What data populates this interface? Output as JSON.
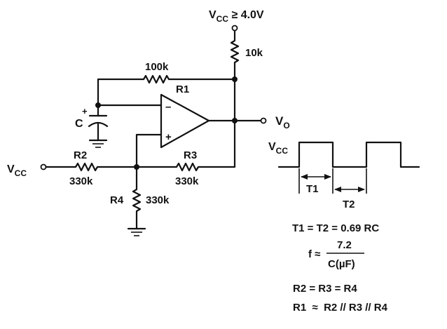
{
  "circuit": {
    "vcc_top": {
      "main": "V",
      "sub": "CC",
      "rest": " ≥ 4.0V"
    },
    "r_pullup": "10k",
    "r_feedback": "100k",
    "opamp": {
      "name": "R1",
      "minus": "–",
      "plus": "+"
    },
    "capacitor": {
      "name": "C",
      "polarity": "+"
    },
    "vcc_left": {
      "main": "V",
      "sub": "CC"
    },
    "r2": {
      "name": "R2",
      "value": "330k"
    },
    "r3": {
      "name": "R3",
      "value": "330k"
    },
    "r4": {
      "name": "R4",
      "value": "330k"
    },
    "vout": {
      "main": "V",
      "sub": "O"
    }
  },
  "waveform": {
    "vcc": {
      "main": "V",
      "sub": "CC"
    },
    "t1": "T1",
    "t2": "T2"
  },
  "equations": {
    "timing": "T1 = T2 = 0.69 RC",
    "freq_lhs": "f ≈",
    "freq_num": "7.2",
    "freq_den": "C(µF)",
    "equal_r": "R2 = R3 = R4",
    "r1_eq": "R1  ≈  R2 // R3 // R4"
  }
}
